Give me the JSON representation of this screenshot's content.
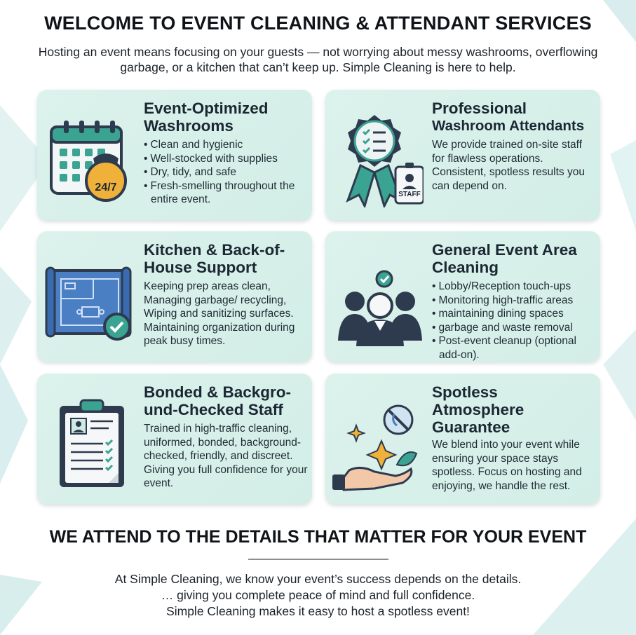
{
  "header": {
    "title": "WELCOME TO EVENT CLEANING & ATTENDANT SERVICES",
    "intro": "Hosting an event means focusing on your guests — not worrying about messy washrooms, overflowing garbage, or a kitchen that can’t keep up. Simple Cleaning is here to help."
  },
  "cards": [
    {
      "title": "Event-Optimized Washrooms",
      "icon": "calendar-24-7-icon",
      "icon_text": "24/7",
      "bullets": [
        "Clean and hygienic",
        "Well-stocked with supplies",
        "Dry, tidy, and safe",
        "Fresh-smelling throughout the entire event."
      ]
    },
    {
      "title_line1": "Professional",
      "title_line2": "Washroom Attendants",
      "icon": "staff-badge-ribbon-icon",
      "icon_text": "STAFF",
      "body": "We provide trained on-site staff for flawless operations. Consistent, spotless results you can depend on."
    },
    {
      "title": "Kitchen & Back-of-House Support",
      "icon": "kitchen-blueprint-check-icon",
      "body": "Keeping prep areas clean, Managing garbage/ recycling, Wiping and sanitizing surfaces. Maintaining organization during peak busy times."
    },
    {
      "title": "General Event Area Cleaning",
      "icon": "staff-group-icon",
      "bullets": [
        "Lobby/Reception touch-ups",
        "Monitoring high-traffic areas",
        "maintaining dining spaces",
        "garbage and waste removal",
        "Post-event cleanup (optional add-on)."
      ]
    },
    {
      "title": "Bonded & Backgro-und-Checked Staff",
      "icon": "checklist-clipboard-icon",
      "body": "Trained in high-traffic cleaning, uniformed, bonded, background-checked, friendly, and discreet. Giving you full confidence for your event."
    },
    {
      "title": "Spotless Atmosphere Guarantee",
      "icon": "hand-sparkle-leaf-icon",
      "body": "We blend into your event while ensuring your space stays spotless. Focus on hosting and enjoying, we handle the rest."
    }
  ],
  "section": {
    "title": "WE ATTEND TO THE DETAILS THAT MATTER FOR YOUR EVENT"
  },
  "footer": {
    "line1": "At Simple Cleaning, we know your event’s success depends on the details.",
    "line2": "… giving you complete peace of mind and full confidence.",
    "line3": "Simple Cleaning makes it easy to host a spotless event!"
  },
  "colors": {
    "card_bg": "#d6efe8",
    "teal": "#3aa392",
    "navy": "#2e3b4e",
    "gold": "#f0b13b",
    "blue": "#4a7fc4"
  }
}
